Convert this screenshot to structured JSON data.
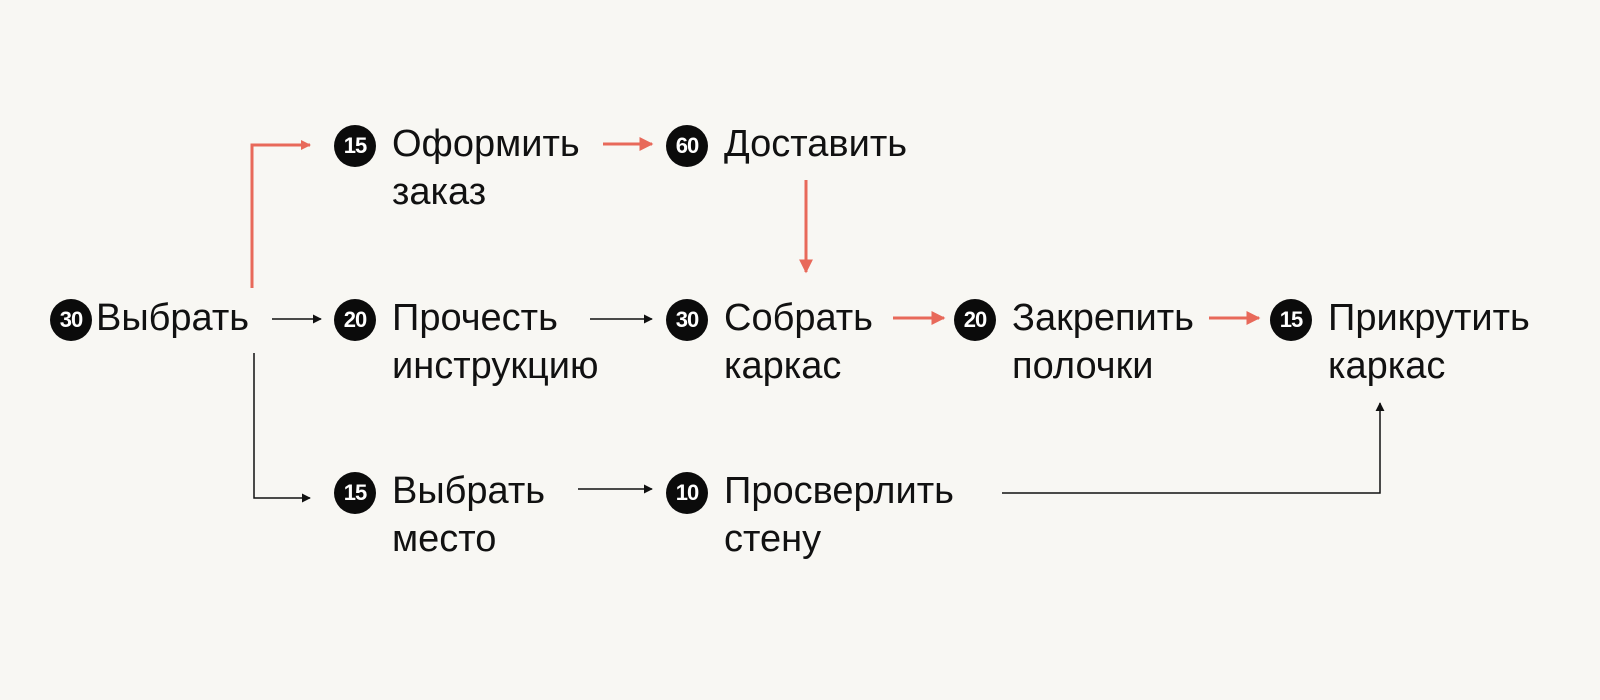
{
  "colors": {
    "background": "#f8f7f3",
    "critical_path": "#e8695a",
    "normal_path": "#111111",
    "badge": "#0b0b0b",
    "badge_text": "#ffffff"
  },
  "nodes": [
    {
      "id": "choose",
      "duration": "30",
      "lines": [
        "Выбрать"
      ]
    },
    {
      "id": "order",
      "duration": "15",
      "lines": [
        "Оформить",
        "заказ"
      ]
    },
    {
      "id": "deliver",
      "duration": "60",
      "lines": [
        "Доставить"
      ]
    },
    {
      "id": "read",
      "duration": "20",
      "lines": [
        "Прочесть",
        "инструкцию"
      ]
    },
    {
      "id": "assemble",
      "duration": "30",
      "lines": [
        "Собрать",
        "каркас"
      ]
    },
    {
      "id": "fix-shelves",
      "duration": "20",
      "lines": [
        "Закрепить",
        "полочки"
      ]
    },
    {
      "id": "screw-frame",
      "duration": "15",
      "lines": [
        "Прикрутить",
        "каркас"
      ]
    },
    {
      "id": "choose-place",
      "duration": "15",
      "lines": [
        "Выбрать",
        "место"
      ]
    },
    {
      "id": "drill-wall",
      "duration": "10",
      "lines": [
        "Просверлить",
        "стену"
      ]
    }
  ]
}
